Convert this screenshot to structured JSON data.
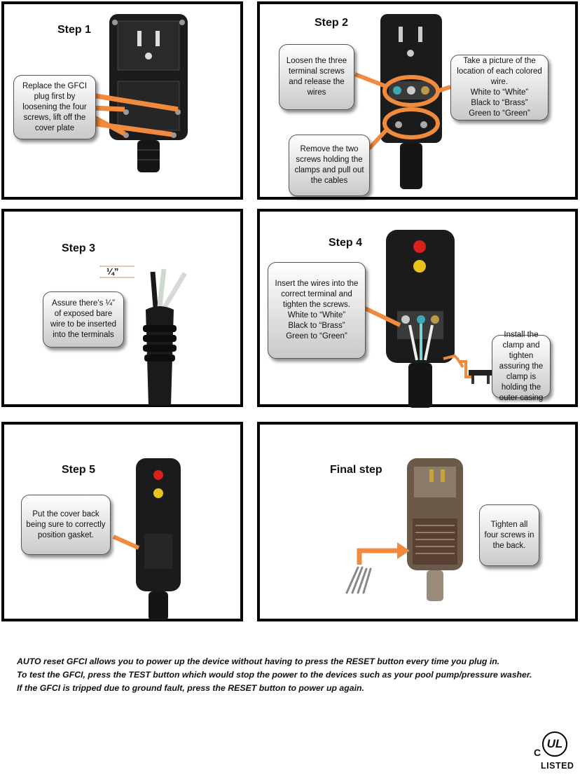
{
  "steps": [
    {
      "title": "Step 1",
      "callouts": [
        "Replace the GFCI plug first by loosening the four screws, lift off the cover plate"
      ]
    },
    {
      "title": "Step 2",
      "callouts": [
        "Loosen the three terminal screws and release the wires",
        "Take a picture of the location of each colored wire.\nWhite to “White”\nBlack to “Brass”\nGreen to “Green”",
        "Remove the two screws holding the clamps and pull out the cables"
      ]
    },
    {
      "title": "Step 3",
      "measure_label": "¼”",
      "callouts": [
        "Assure there’s ¼” of exposed bare wire to be inserted into the terminals"
      ]
    },
    {
      "title": "Step 4",
      "callouts": [
        "Insert the wires into the correct terminal and tighten the screws.\nWhite to “White”\nBlack to “Brass”\nGreen to “Green”",
        "Install the clamp and tighten assuring the clamp is holding the outer casing"
      ]
    },
    {
      "title": "Step 5",
      "callouts": [
        "Put the cover back being sure to correctly position gasket."
      ]
    },
    {
      "title": "Final step",
      "callouts": [
        "Tighten all four screws in the back."
      ]
    }
  ],
  "footnote": [
    "AUTO reset GFCI allows you to power up the device without having to press the RESET button every time you plug in.",
    "To test the GFCI, press the TEST button which would stop the power to the devices such as your pool pump/pressure washer.",
    "If the GFCI is tripped due to ground fault, press the RESET button to power up again."
  ],
  "certification": {
    "c_letter": "C",
    "ul_text": "UL",
    "listed_text": "LISTED"
  },
  "colors": {
    "accent": "#f08a3c",
    "device_black": "#1b1b1b",
    "indicator_red": "#d8201c",
    "indicator_yellow": "#e8c320"
  }
}
